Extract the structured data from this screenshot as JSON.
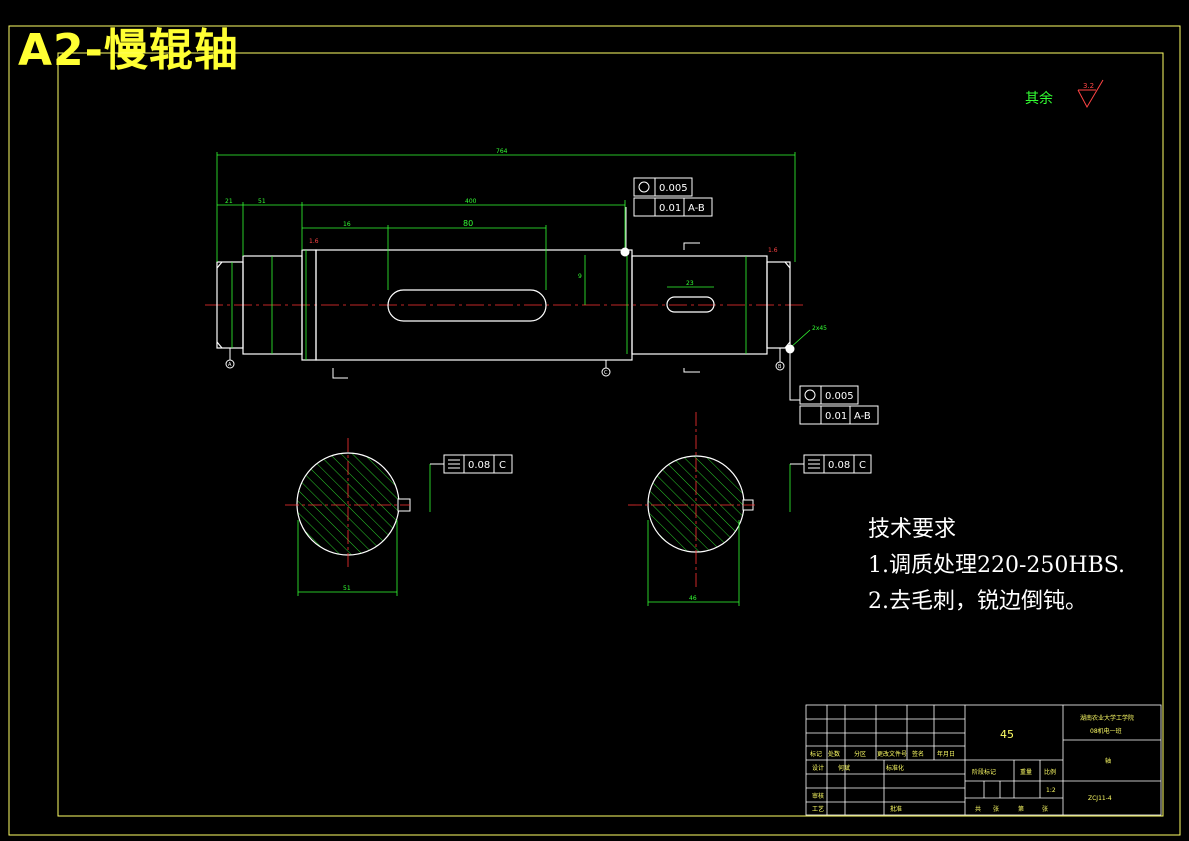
{
  "title": "A2-慢辊轴",
  "roughness_note": {
    "label": "其余",
    "value": "3.2"
  },
  "tech_requirements": {
    "heading": "技术要求",
    "items": [
      "1.调质处理220-250HBS.",
      "2.去毛刺，锐边倒钝。"
    ]
  },
  "dimensions": {
    "overall": "764",
    "left_step": "21",
    "second_step": "51",
    "middle_len": "400",
    "key_offset": "16",
    "key_len": "80",
    "right_key_len": "23",
    "chamfer": "2x45",
    "key_depth": "9",
    "section1_width": "51",
    "section2_width": "46"
  },
  "tolerances": {
    "top": {
      "roundness": "0.005",
      "runout": "0.01",
      "datum": "A-B"
    },
    "bottom": {
      "roundness": "0.005",
      "runout": "0.01",
      "datum": "A-B"
    },
    "section1": {
      "symmetry": "0.08",
      "datum": "C"
    },
    "section2": {
      "symmetry": "0.08",
      "datum": "C"
    }
  },
  "surface_marks": [
    "1.6",
    "1.6"
  ],
  "datum_labels": [
    "A",
    "C",
    "B"
  ],
  "title_block": {
    "material": "45",
    "school": "湖南农业大学工学院",
    "class": "08机电一班",
    "drawing_no": "ZCJ11-4",
    "scale": "1:2",
    "part_name": "轴",
    "headers": [
      "标记",
      "处数",
      "分区",
      "更改文件号",
      "签名",
      "年月日"
    ],
    "rows": [
      "设计",
      "审核",
      "工艺"
    ],
    "mid_labels": [
      "阶段标记",
      "重量",
      "比例"
    ],
    "bottom_labels": [
      "共",
      "张",
      "第",
      "张"
    ],
    "standard_label": "标准化",
    "approve_label": "批准",
    "signer": "何斌"
  }
}
